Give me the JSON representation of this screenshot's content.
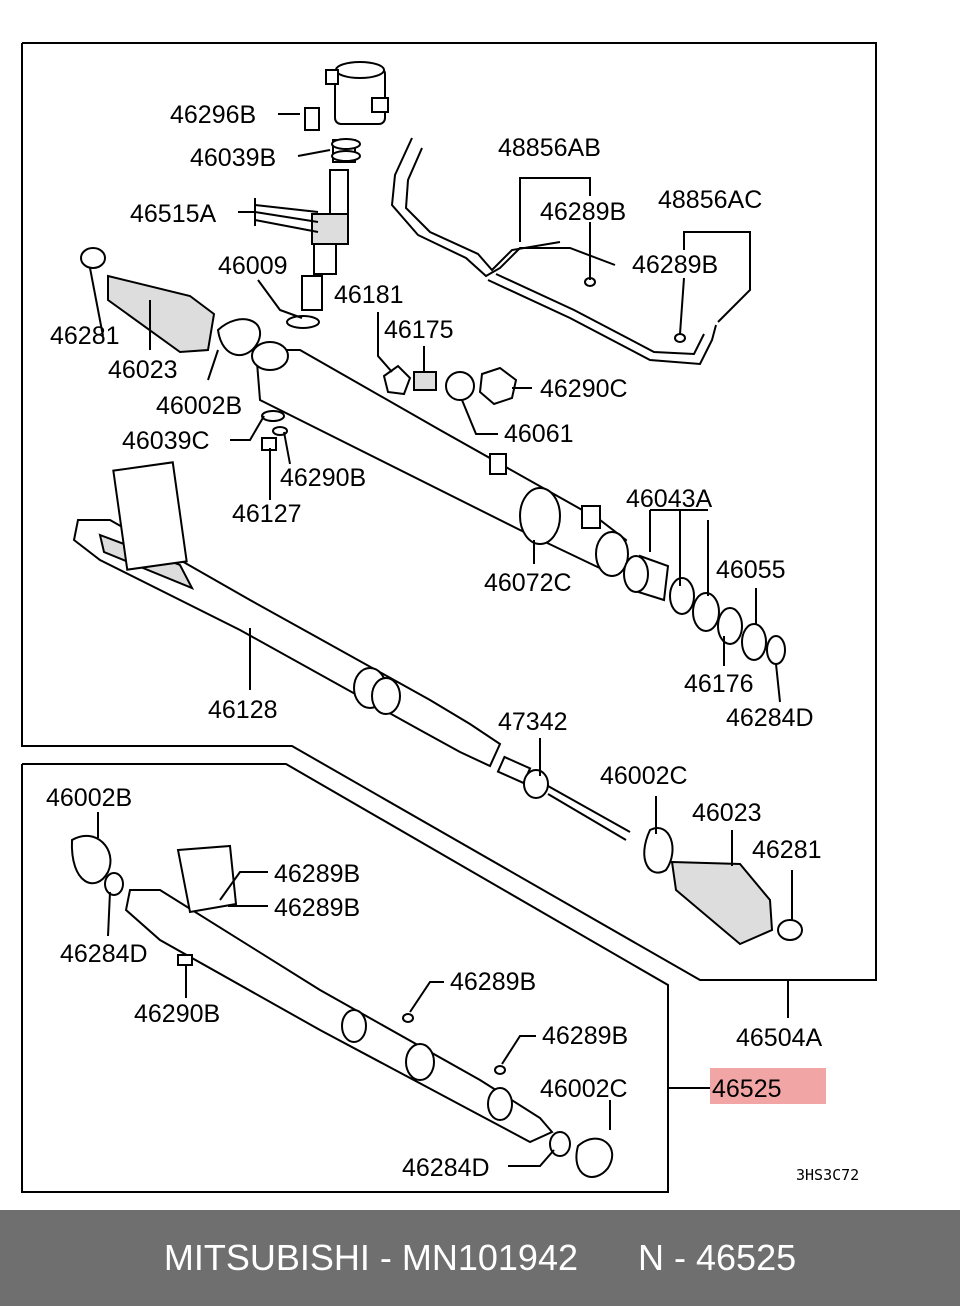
{
  "diagram": {
    "upper_labels": {
      "p46296B": "46296B",
      "p46039B": "46039B",
      "p46515A": "46515A",
      "p46009": "46009",
      "p46281a": "46281",
      "p46023a": "46023",
      "p46002Ba": "46002B",
      "p46039C": "46039C",
      "p46127": "46127",
      "p46290Ba": "46290B",
      "p46181": "46181",
      "p46175": "46175",
      "p46290C": "46290C",
      "p46061": "46061",
      "p48856AB": "48856AB",
      "p46289Ba": "46289B",
      "p48856AC": "48856AC",
      "p46289Bb": "46289B",
      "p46043A": "46043A",
      "p46055": "46055",
      "p46072C": "46072C",
      "p46176": "46176",
      "p46284Da": "46284D",
      "p46128": "46128",
      "p47342": "47342",
      "p46002Ca": "46002C",
      "p46023b": "46023",
      "p46281b": "46281",
      "p46504A": "46504A"
    },
    "lower_labels": {
      "p46002Bb": "46002B",
      "p46284Db": "46284D",
      "p46290Bb": "46290B",
      "p46289Bc": "46289B",
      "p46289Bd": "46289B",
      "p46289Be": "46289B",
      "p46289Bf": "46289B",
      "p46002Cb": "46002C",
      "p46284Dc": "46284D"
    },
    "highlight_label": "46525",
    "highlight_color": "#f2a5a5",
    "drawing_code": "3HS3C72"
  },
  "footer": {
    "brand": "MITSUBISHI",
    "separator": " - ",
    "part_number": "MN101942",
    "prefix": "N - ",
    "ref": "46525",
    "bg_color": "#6f6f6f"
  }
}
